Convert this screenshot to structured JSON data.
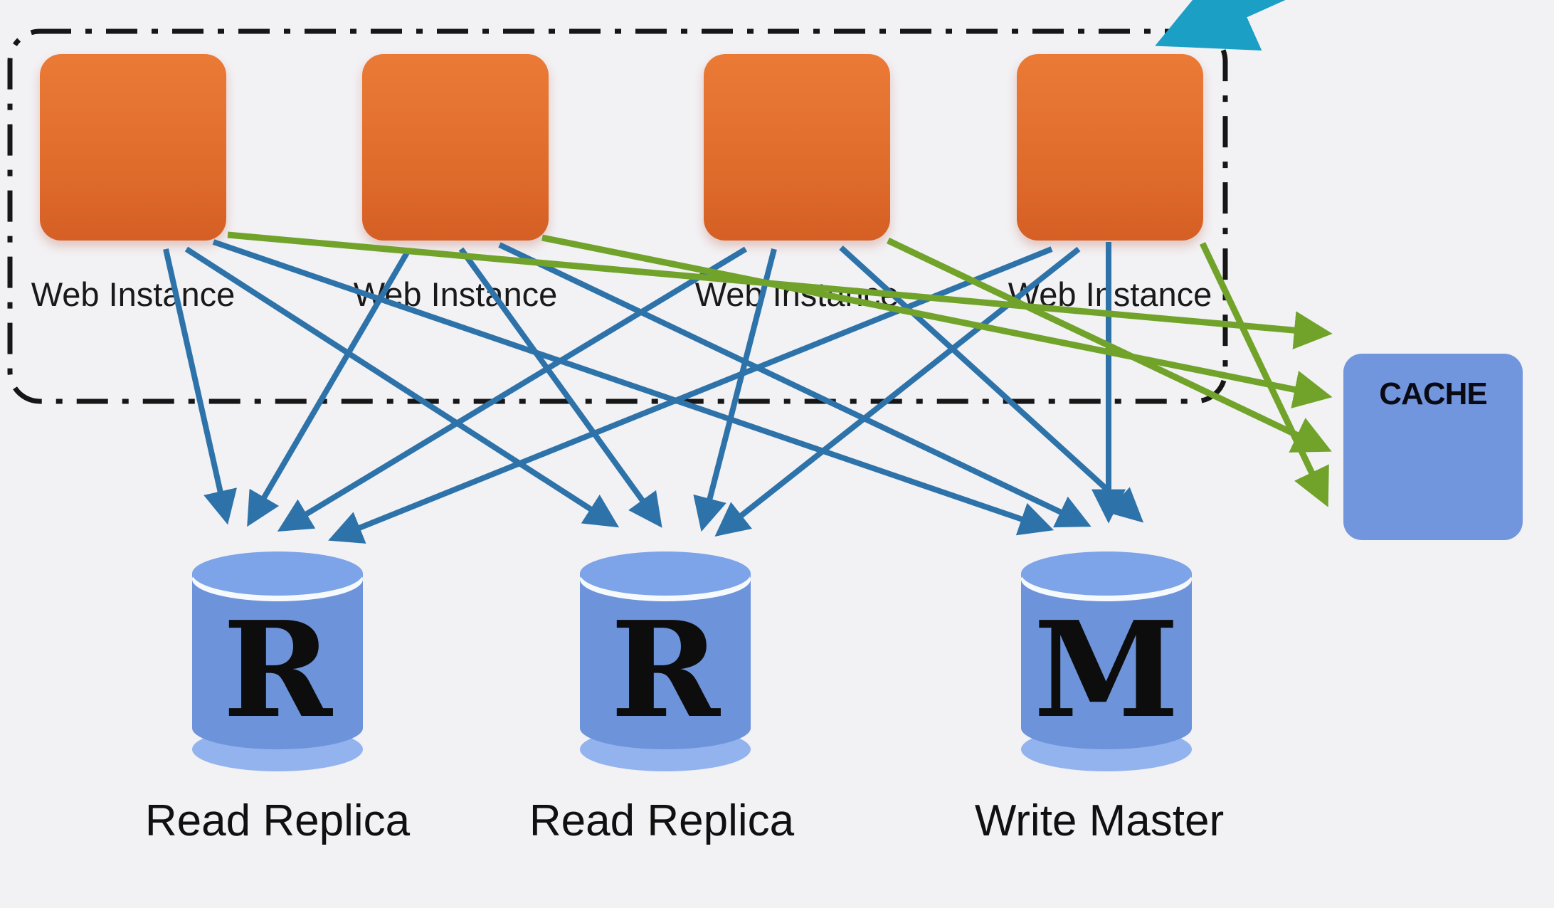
{
  "cluster": {
    "web_instances": [
      {
        "label": "Web Instance"
      },
      {
        "label": "Web Instance"
      },
      {
        "label": "Web Instance"
      },
      {
        "label": "Web Instance"
      }
    ]
  },
  "cache": {
    "label": "CACHE"
  },
  "databases": [
    {
      "letter": "R",
      "caption": "Read Replica"
    },
    {
      "letter": "R",
      "caption": "Read Replica"
    },
    {
      "letter": "M",
      "caption": "Write Master"
    }
  ],
  "colors": {
    "background": "#f2f1f4",
    "web_instance": "#e06c2c",
    "web_instance_light": "#ea7a36",
    "cache": "#7296de",
    "db_body": "#6d93da",
    "db_top": "#7da4e8",
    "db_accent": "#93b3ee",
    "arrow_blue": "#2d73a9",
    "arrow_green": "#71a32b",
    "arrow_teal": "#1b9fc4",
    "outline": "#161616",
    "label": "#191919"
  }
}
